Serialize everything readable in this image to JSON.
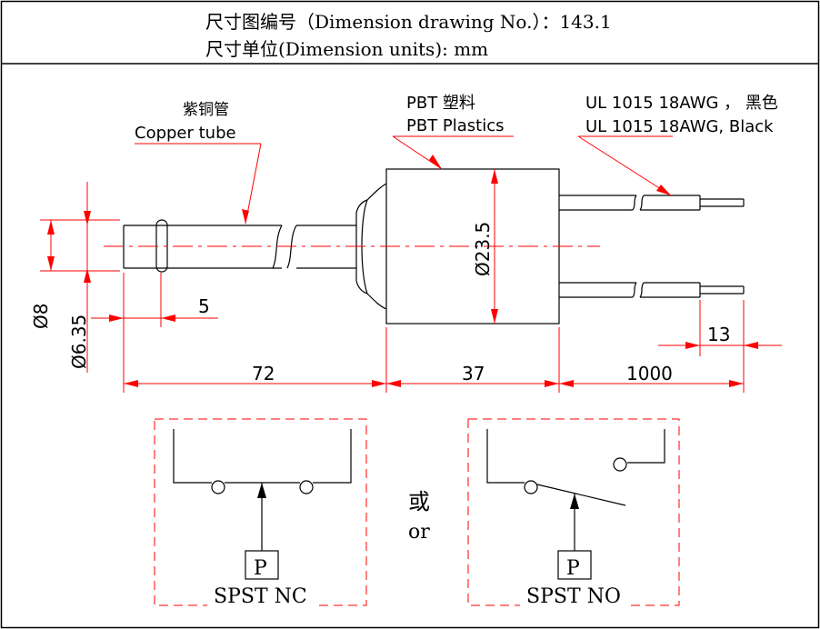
{
  "header": {
    "line1": "尺寸图编号（Dimension drawing No.）：143.1",
    "line2": "尺寸单位(Dimension units): mm"
  },
  "labels": {
    "copper_cn": "紫铜管",
    "copper_en": "Copper tube",
    "pbt_cn": "PBT 塑料",
    "pbt_en": "PBT Plastics",
    "wire_cn": "UL 1015 18AWG ， 黑色",
    "wire_en": "UL 1015 18AWG, Black"
  },
  "dimensions": {
    "d8": "Ø8",
    "d635": "Ø6.35",
    "d235": "Ø23.5",
    "len5": "5",
    "len72": "72",
    "len37": "37",
    "len1000": "1000",
    "len13": "13"
  },
  "switches": {
    "nc_label": "SPST NC",
    "no_label": "SPST NO",
    "p_label": "P",
    "or_cn": "或",
    "or_en": "or"
  }
}
